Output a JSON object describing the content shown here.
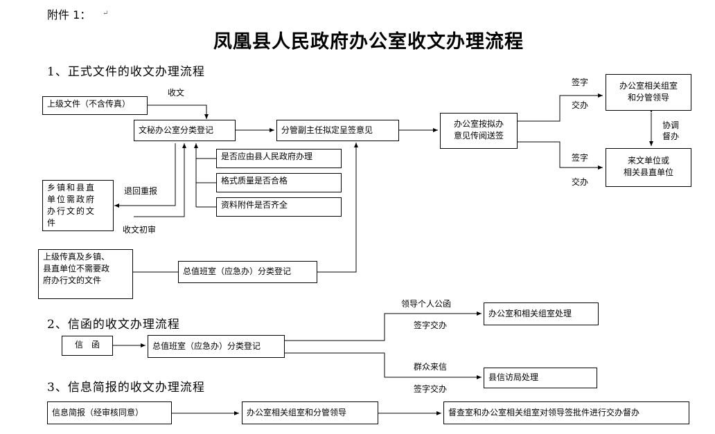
{
  "header": {
    "attachment": "附件 1：",
    "title": "凤凰县人民政府办公室收文办理流程"
  },
  "section1": {
    "heading": "1、正式文件的收文办理流程",
    "box_superior_doc": "上级文件（不含传真）",
    "box_secretary_register": "文秘办公室分类登记",
    "box_deputy_director": "分管副主任拟定呈签意见",
    "box_office_review": [
      "办公室按拟办",
      "意见传阅送签"
    ],
    "box_related_groups": [
      "办公室相关组室",
      "和分管领导"
    ],
    "box_incoming_units": [
      "来文单位或",
      "相关县直单位"
    ],
    "check_1": "是否应由县人民政府办理",
    "check_2": "格式质量是否合格",
    "check_3": "资料附件是否齐全",
    "box_townships": [
      "乡镇和县直",
      "单位需政府",
      "办行文的文",
      "件"
    ],
    "box_fax_docs": [
      "上级传真及乡镇、",
      "县直单位不需要政",
      "府办行文的文件"
    ],
    "box_duty_room": "总值班室（应急办）分类登记",
    "label_receive": "收文",
    "label_return": "退回重报",
    "label_initial_review": "收文初审",
    "label_sign_1": "签字",
    "label_hand_1": "交办",
    "label_sign_2": "签字",
    "label_hand_2": "交办",
    "label_coordinate": [
      "协调",
      "督办"
    ]
  },
  "section2": {
    "heading": "2、信函的收文办理流程",
    "box_letter": "信　函",
    "box_duty_room": "总值班室（应急办）分类登记",
    "label_leader_mail": "领导个人公函",
    "label_sign_hand_1": "签字交办",
    "box_office_groups": "办公室和相关组室处理",
    "label_public_letter": "群众来信",
    "label_sign_hand_2": "签字交办",
    "box_petition": "县信访局处理"
  },
  "section3": {
    "heading": "3、信息简报的收文办理流程",
    "box_briefing": "信息简报（经审核同意）",
    "box_groups_leaders": "办公室相关组室和分管领导",
    "box_supervision": "督查室和办公室相关组室对领导签批件进行交办督办"
  },
  "marks": {
    "return_mark": "↵"
  }
}
